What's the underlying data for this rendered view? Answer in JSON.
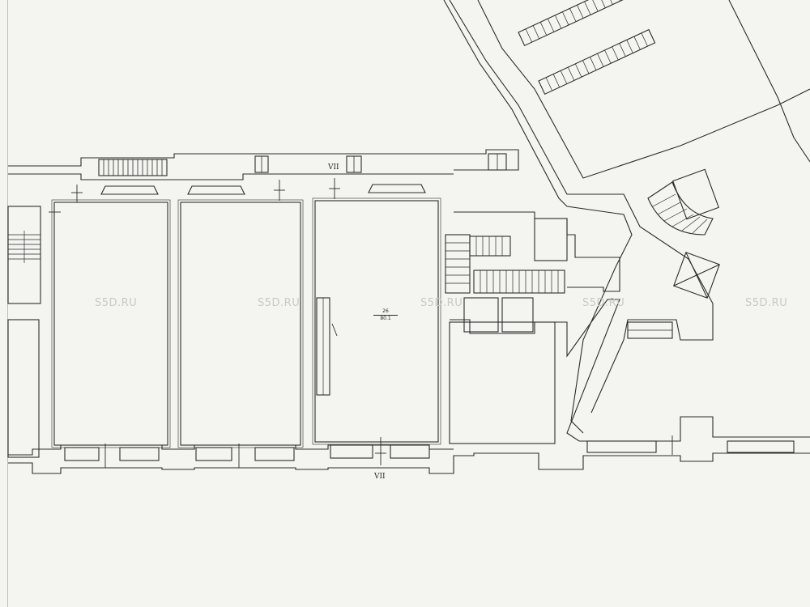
{
  "watermark": {
    "text": "S5D.RU",
    "color": "#c9c9c6"
  },
  "plan": {
    "axis_top": "VII",
    "axis_bottom": "VII",
    "room": {
      "number": "26",
      "area": "80.1"
    },
    "line_color": "#2b2b2b"
  }
}
